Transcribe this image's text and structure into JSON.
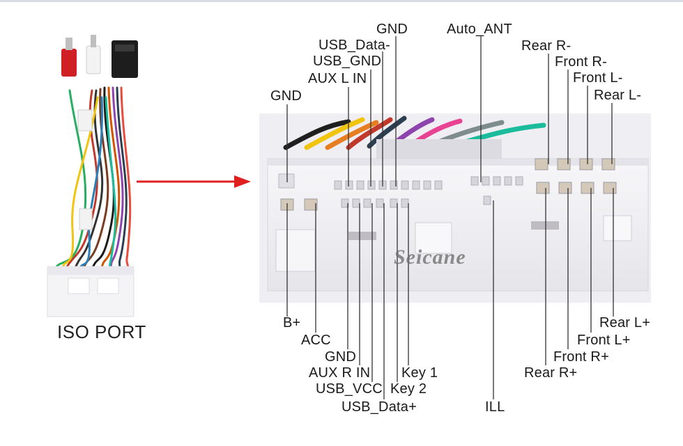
{
  "iso_port": {
    "label": "ISO PORT"
  },
  "watermark": "Seicane",
  "colors": {
    "arrow": "#e02020",
    "connector_body": "#f2f1f4",
    "leader_line": "#333333"
  },
  "labels_top": {
    "gnd_top": "GND",
    "usb_data_minus": "USB_Data-",
    "usb_gnd": "USB_GND",
    "aux_l_in": "AUX L IN",
    "gnd_left": "GND",
    "auto_ant": "Auto_ANT",
    "rear_r_minus": "Rear R-",
    "front_r_minus": "Front R-",
    "front_l_minus": "Front L-",
    "rear_l_minus": "Rear L-"
  },
  "labels_bottom": {
    "b_plus": "B+",
    "acc": "ACC",
    "gnd_bottom": "GND",
    "aux_r_in": "AUX R IN",
    "usb_vcc": "USB_VCC",
    "usb_data_plus": "USB_Data+",
    "key1": "Key 1",
    "key2": "Key 2",
    "ill": "ILL",
    "rear_l_plus": "Rear L+",
    "front_l_plus": "Front L+",
    "front_r_plus": "Front R+",
    "rear_r_plus": "Rear R+"
  },
  "icons": {
    "iso_harness": "wire-harness-icon",
    "arrow": "right-arrow-icon",
    "connector": "connector-plug-icon"
  }
}
